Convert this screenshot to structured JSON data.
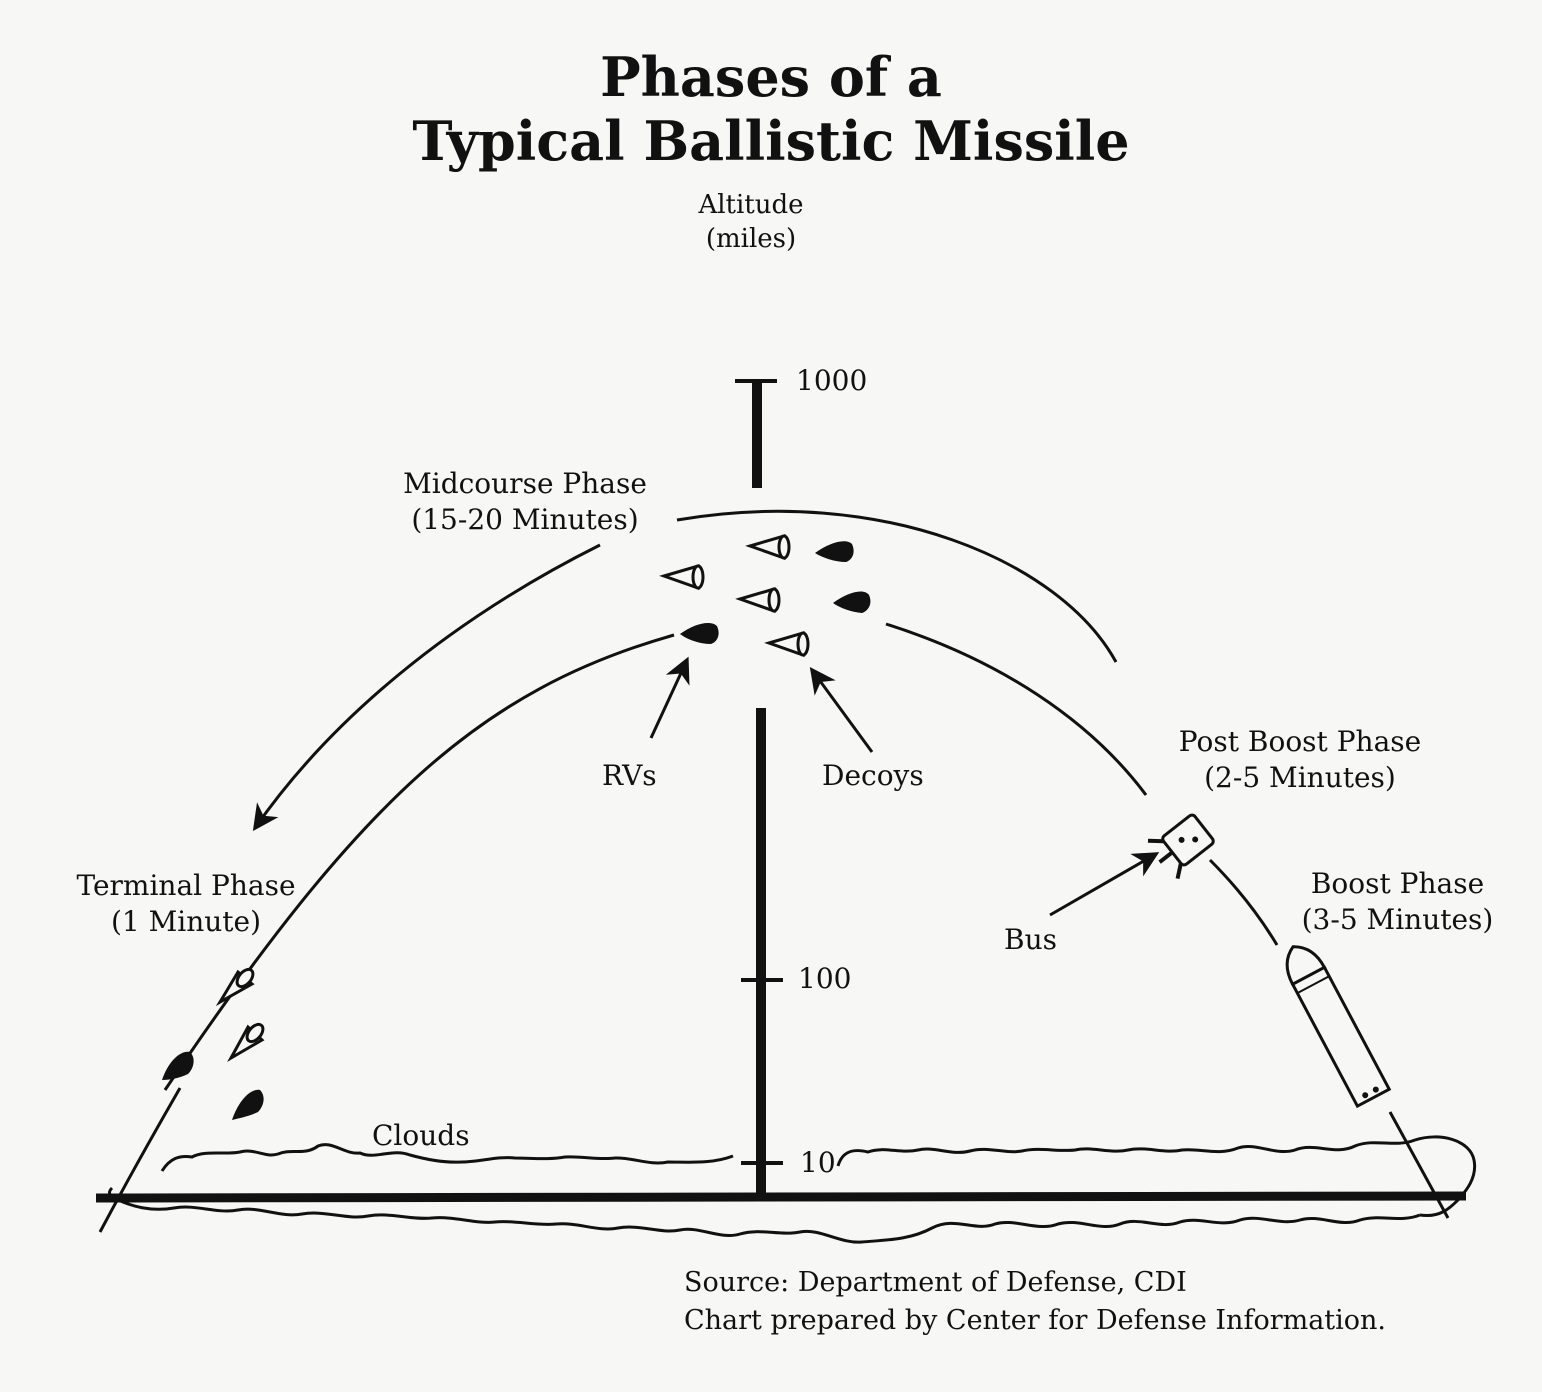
{
  "title_line1": "Phases of a",
  "title_line2": "Typical Ballistic Missile",
  "axis": {
    "label_line1": "Altitude",
    "label_line2": "(miles)",
    "ticks": [
      "1000",
      "100",
      "10"
    ]
  },
  "phases": {
    "midcourse": {
      "name": "Midcourse Phase",
      "duration": "(15-20 Minutes)"
    },
    "post_boost": {
      "name": "Post Boost Phase",
      "duration": "(2-5 Minutes)"
    },
    "boost": {
      "name": "Boost Phase",
      "duration": "(3-5 Minutes)"
    },
    "terminal": {
      "name": "Terminal Phase",
      "duration": "(1 Minute)"
    }
  },
  "labels": {
    "rvs": "RVs",
    "decoys": "Decoys",
    "bus": "Bus",
    "clouds": "Clouds"
  },
  "source": {
    "line1": "Source: Department of Defense, CDI",
    "line2": "Chart prepared by Center for Defense Information."
  }
}
